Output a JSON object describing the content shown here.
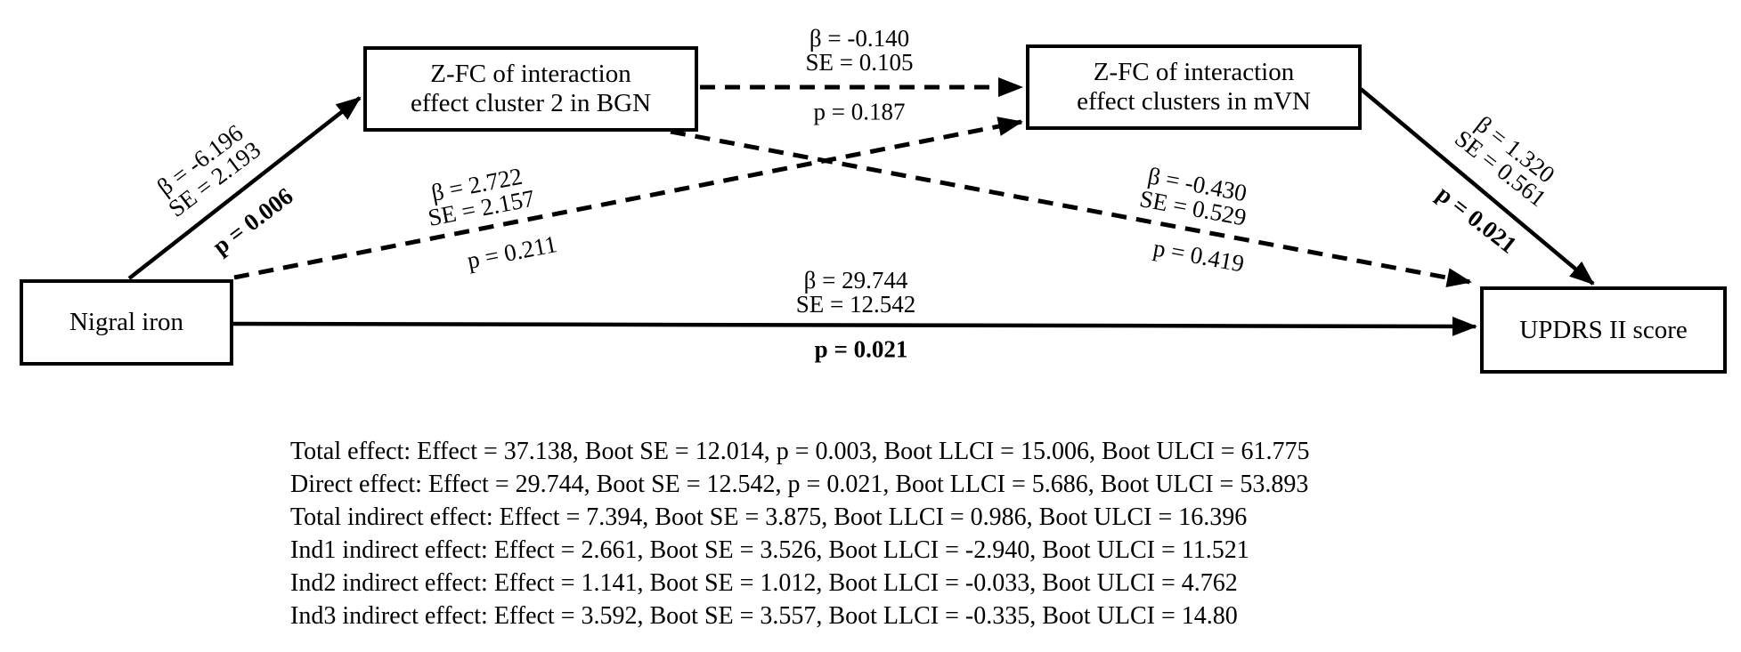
{
  "diagram": {
    "nodes": {
      "nigral_iron": {
        "label": "Nigral iron"
      },
      "bgn": {
        "label": "Z-FC of interaction\neffect cluster 2 in BGN"
      },
      "mvn": {
        "label": "Z-FC of interaction\neffect clusters in mVN"
      },
      "updrs": {
        "label": "UPDRS II score"
      }
    },
    "paths": {
      "iron_to_bgn": {
        "beta": "β = -6.196",
        "se": "SE = 2.193",
        "p": "p = 0.006",
        "line": "solid",
        "significant": true
      },
      "bgn_to_mvn": {
        "beta": "β = -0.140",
        "se": "SE = 0.105",
        "p": "p = 0.187",
        "line": "dashed",
        "significant": false
      },
      "iron_to_mvn": {
        "beta": "β = 2.722",
        "se": "SE = 2.157",
        "p": "p = 0.211",
        "line": "dashed",
        "significant": false
      },
      "bgn_to_updrs": {
        "beta": "β = -0.430",
        "se": "SE = 0.529",
        "p": "p = 0.419",
        "line": "dashed",
        "significant": false
      },
      "mvn_to_updrs": {
        "beta": "β = 1.320",
        "se": "SE = 0.561",
        "p": "p = 0.021",
        "line": "solid",
        "significant": true
      },
      "iron_to_updrs": {
        "beta": "β = 29.744",
        "se": "SE = 12.542",
        "p": "p = 0.021",
        "line": "solid",
        "significant": true
      }
    }
  },
  "summary": {
    "lines": [
      "Total effect: Effect = 37.138, Boot SE = 12.014, p = 0.003, Boot LLCI = 15.006, Boot ULCI = 61.775",
      "Direct effect: Effect = 29.744, Boot SE = 12.542, p = 0.021, Boot LLCI = 5.686, Boot ULCI = 53.893",
      "Total indirect effect: Effect = 7.394, Boot SE = 3.875, Boot LLCI = 0.986, Boot ULCI = 16.396",
      "Ind1 indirect effect: Effect = 2.661, Boot SE = 3.526, Boot LLCI = -2.940, Boot ULCI = 11.521",
      "Ind2 indirect effect: Effect = 1.141, Boot SE = 1.012, Boot LLCI = -0.033, Boot ULCI = 4.762",
      "Ind3 indirect effect: Effect = 3.592, Boot SE = 3.557, Boot LLCI = -0.335, Boot ULCI = 14.80"
    ]
  },
  "colors": {
    "ink": "#000000",
    "background": "#ffffff"
  }
}
